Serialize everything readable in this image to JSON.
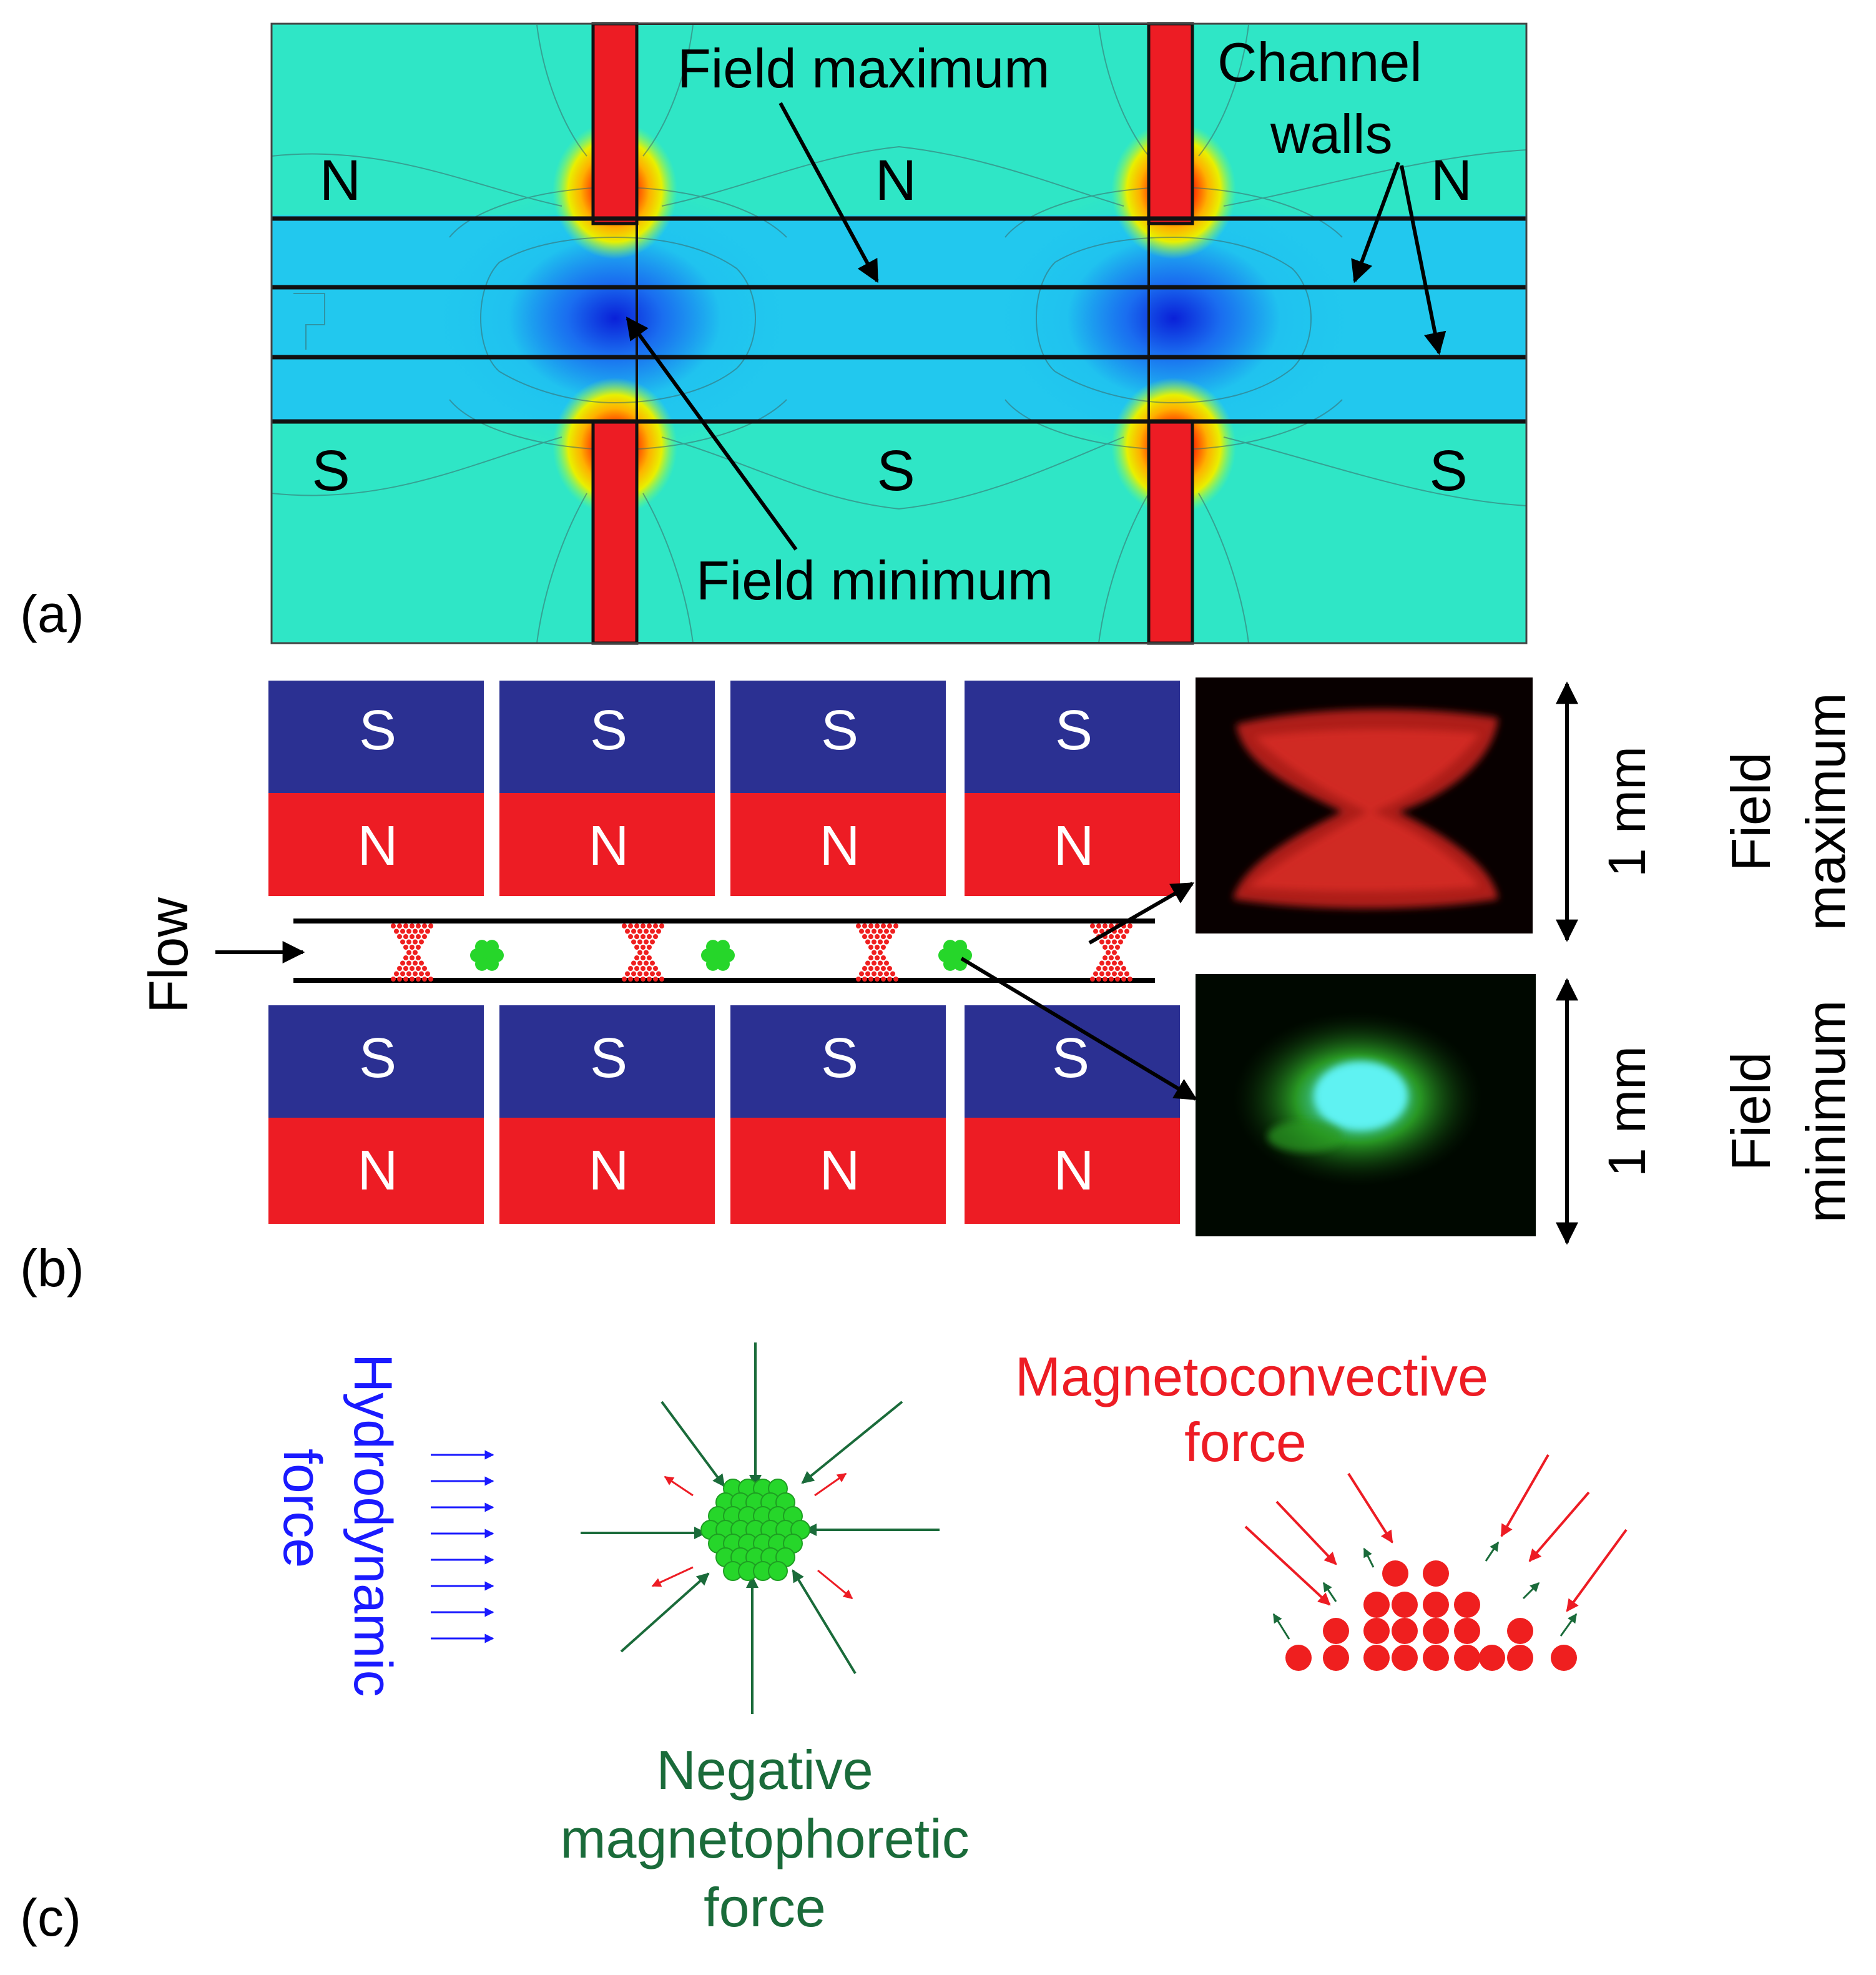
{
  "panel_a": {
    "letter": "(a)",
    "pole_labels": [
      "N",
      "N",
      "N",
      "S",
      "S",
      "S"
    ],
    "field_maximum": "Field maximum",
    "field_minimum": "Field minimum",
    "channel_walls_line1": "Channel",
    "channel_walls_line2": "walls"
  },
  "panel_b": {
    "letter": "(b)",
    "flow": "Flow",
    "magnet_south": "S",
    "magnet_north": "N",
    "scale_top": "1 mm",
    "scale_bottom": "1 mm",
    "max_label_line1": "Field",
    "max_label_line2": "maximum",
    "min_label_line1": "Field",
    "min_label_line2": "minimum"
  },
  "panel_c": {
    "letter": "(c)",
    "hydro_line1": "Hydrodynamic",
    "hydro_line2": "force",
    "neg_line1": "Negative",
    "neg_line2": "magnetophoretic",
    "neg_line3": "force",
    "magneto_line1": "Magnetoconvective",
    "magneto_line2": "force"
  },
  "colors": {
    "south": "#2b3092",
    "north": "#ed1c24",
    "field_bg": "#2fe8c8",
    "field_min": "#1537e0",
    "negative_force": "#1a6b3a",
    "hydrodynamic": "#1a1aff",
    "magnetoconvective": "#ed1c24",
    "bead_green": "#26d62a",
    "bead_red": "#ef1f1f"
  }
}
